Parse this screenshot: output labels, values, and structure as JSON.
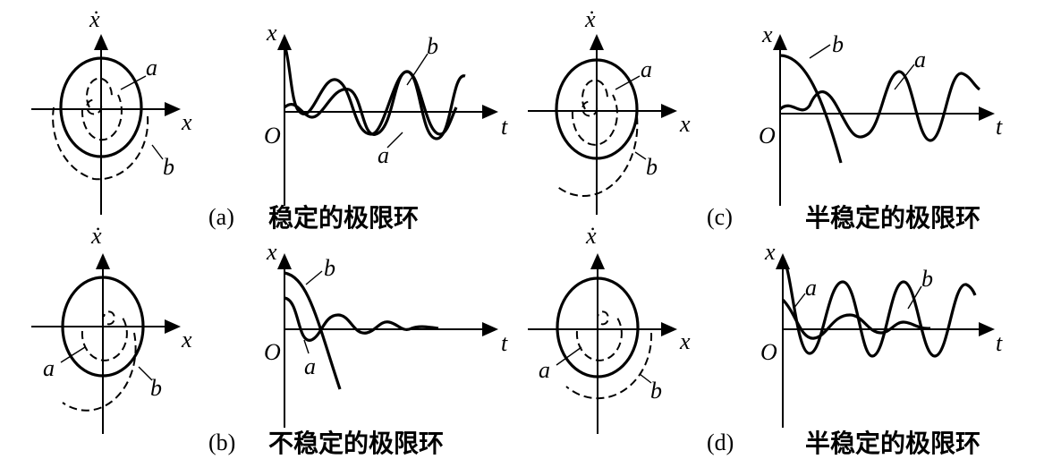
{
  "labels": {
    "xdot": "ẋ",
    "x": "x",
    "t": "t",
    "origin": "O",
    "a": "a",
    "b": "b"
  },
  "panels": [
    {
      "id": "a",
      "tag": "(a)",
      "caption": "稳定的极限环"
    },
    {
      "id": "b",
      "tag": "(b)",
      "caption": "不稳定的极限环"
    },
    {
      "id": "c",
      "tag": "(c)",
      "caption": "半稳定的极限环"
    },
    {
      "id": "d",
      "tag": "(d)",
      "caption": "半稳定的极限环"
    }
  ]
}
